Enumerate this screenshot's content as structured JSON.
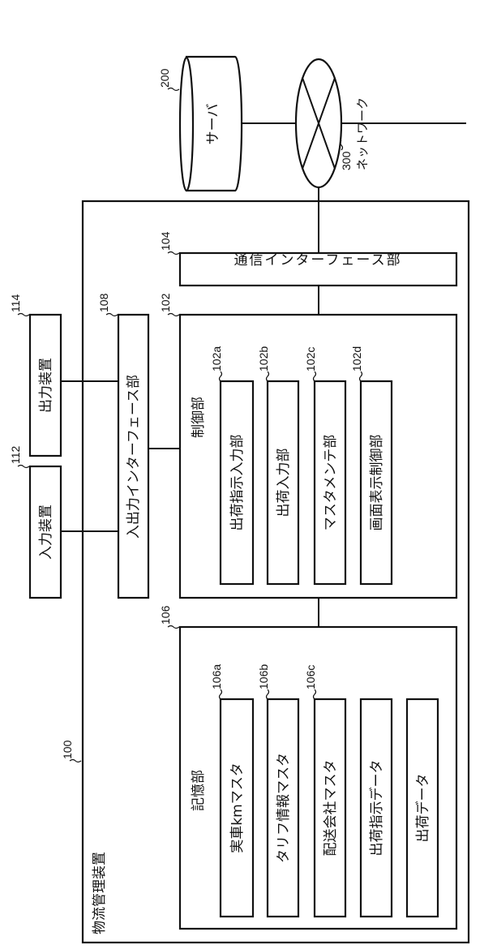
{
  "system": {
    "label": "物流管理装置",
    "ref": "100"
  },
  "input_device": {
    "label": "入力装置",
    "ref": "112"
  },
  "output_device": {
    "label": "出力装置",
    "ref": "114"
  },
  "io_interface": {
    "label": "入出力インターフェース部",
    "ref": "108"
  },
  "control": {
    "label": "制御部",
    "ref": "102",
    "items": [
      {
        "label": "出荷指示入力部",
        "ref": "102a"
      },
      {
        "label": "出荷入力部",
        "ref": "102b"
      },
      {
        "label": "マスタメンテ部",
        "ref": "102c"
      },
      {
        "label": "画面表示制御部",
        "ref": "102d"
      }
    ]
  },
  "comm_interface": {
    "label": "通信インターフェース部",
    "ref": "104"
  },
  "storage": {
    "label": "記憶部",
    "ref": "106",
    "items": [
      {
        "label": "実車kmマスタ",
        "ref": "106a"
      },
      {
        "label": "タリフ情報マスタ",
        "ref": "106b"
      },
      {
        "label": "配送会社マスタ",
        "ref": "106c"
      },
      {
        "label": "出荷指示データ",
        "ref": ""
      },
      {
        "label": "出荷データ",
        "ref": ""
      }
    ]
  },
  "server": {
    "label": "サーバ",
    "ref": "200"
  },
  "network": {
    "label": "ネットワーク",
    "ref": "300"
  }
}
